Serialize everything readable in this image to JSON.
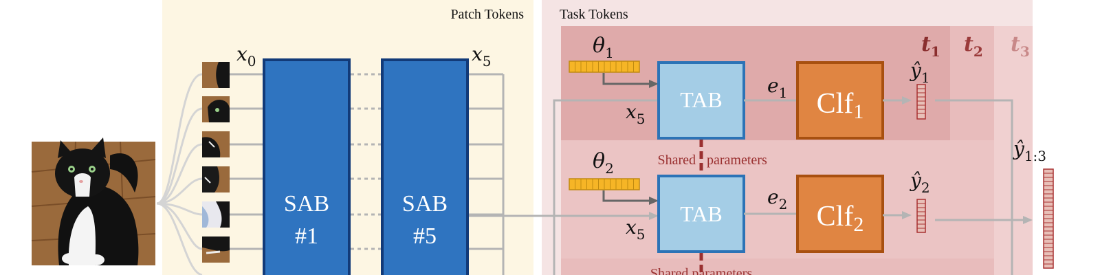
{
  "sections": {
    "patch_tokens_label": "Patch Tokens",
    "task_tokens_label": "Task Tokens"
  },
  "labels": {
    "x0": "x",
    "x0_sub": "0",
    "x5_top": "x",
    "x5_top_sub": "5",
    "sab1_line1": "SAB",
    "sab1_line2": "#1",
    "sab5_line1": "SAB",
    "sab5_line2": "#5",
    "theta1": "θ",
    "theta1_sub": "1",
    "theta2": "θ",
    "theta2_sub": "2",
    "tab1": "TAB",
    "tab2": "TAB",
    "x5_tab1": "x",
    "x5_tab1_sub": "5",
    "x5_tab2": "x",
    "x5_tab2_sub": "5",
    "e1": "e",
    "e1_sub": "1",
    "e2": "e",
    "e2_sub": "2",
    "clf1": "Clf",
    "clf1_sub": "1",
    "clf2": "Clf",
    "clf2_sub": "2",
    "y1": "ŷ",
    "y1_sub": "1",
    "y2": "ŷ",
    "y2_sub": "2",
    "y13": "ŷ",
    "y13_sub": "1:3",
    "t1": "t",
    "t1_sub": "1",
    "t2": "t",
    "t2_sub": "2",
    "t3": "t",
    "t3_sub": "3",
    "shared1": "Shared",
    "shared1b": "parameters",
    "shared2": "Shared parameters"
  },
  "colors": {
    "patch_bg": "#fdf6e3",
    "task_bg": "#f5e4e4",
    "t3_bg": "#f0d0d0",
    "t2_bg": "#e8bcbc",
    "t1_bg": "#dfaaaa",
    "sab_fill": "#2f74c0",
    "sab_stroke": "#123a78",
    "tab_fill": "#a4cde6",
    "tab_stroke": "#2c73b6",
    "clf_fill": "#e08542",
    "clf_stroke": "#a85010",
    "token_fill": "#f6b526",
    "shared_color": "#9a3030",
    "t1_color": "#8a2e2e",
    "t2_color": "#9a3a3a",
    "t3_color": "#c88888",
    "line_gray": "#b4b4b4"
  }
}
